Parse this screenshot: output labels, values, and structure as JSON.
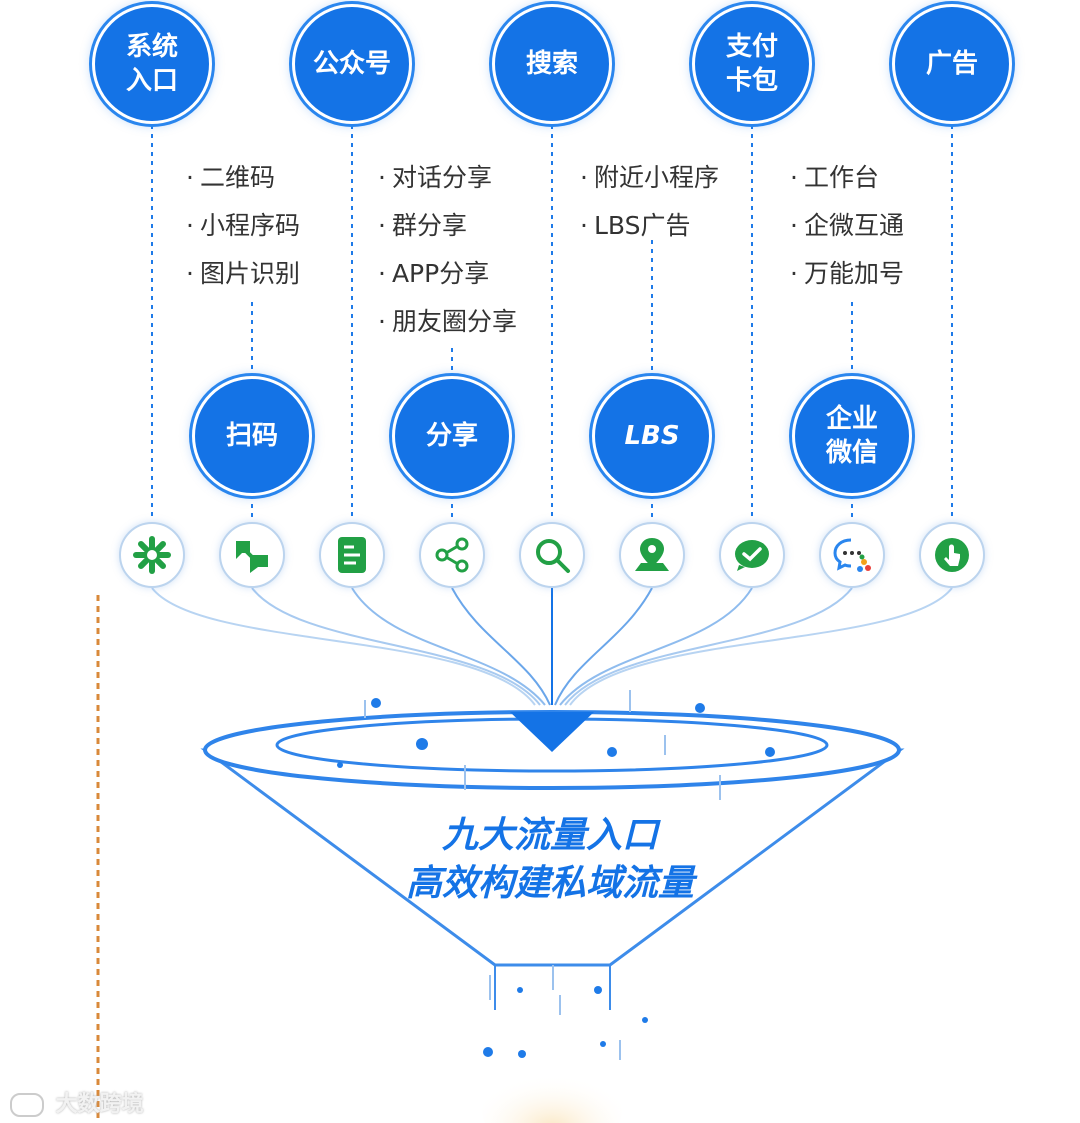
{
  "top_entries": [
    {
      "label": "系统\n入口"
    },
    {
      "label": "公众号"
    },
    {
      "label": "搜索"
    },
    {
      "label": "支付\n卡包"
    },
    {
      "label": "广告"
    }
  ],
  "mid_entries": [
    {
      "label": "扫码"
    },
    {
      "label": "分享"
    },
    {
      "label": "LBS"
    },
    {
      "label": "企业\n微信"
    }
  ],
  "lists": [
    {
      "items": [
        "二维码",
        "小程序码",
        "图片识别"
      ]
    },
    {
      "items": [
        "对话分享",
        "群分享",
        "APP分享",
        "朋友圈分享"
      ]
    },
    {
      "items": [
        "附近小程序",
        "LBS广告"
      ]
    },
    {
      "items": [
        "工作台",
        "企微互通",
        "万能加号"
      ]
    }
  ],
  "icons": [
    "asterisk-icon",
    "chat-bubble-icon",
    "document-icon",
    "share-icon",
    "search-icon",
    "location-pin-icon",
    "wechat-pay-icon",
    "wecom-icon",
    "tap-hand-icon"
  ],
  "funnel": {
    "line1": "九大流量入口",
    "line2": "高效构建私域流量"
  },
  "watermark": "大数跨境",
  "colors": {
    "primary": "#1473e6",
    "icon_green": "#22a045",
    "dashed_orange": "#d9893a"
  }
}
